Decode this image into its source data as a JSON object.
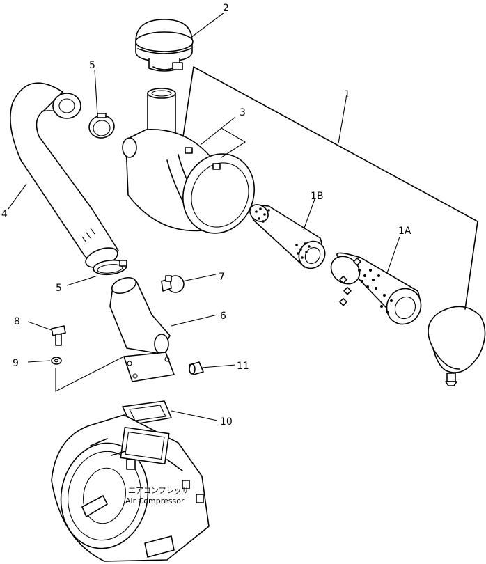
{
  "labels": {
    "p1": "1",
    "p1a": "1A",
    "p1b": "1B",
    "p2": "2",
    "p3": "3",
    "p4": "4",
    "p5a": "5",
    "p5b": "5",
    "p6": "6",
    "p7": "7",
    "p8": "8",
    "p9": "9",
    "p10": "10",
    "p11": "11"
  },
  "compressor": {
    "jp": "エアコンプレッサ",
    "en": "Air Compressor"
  }
}
